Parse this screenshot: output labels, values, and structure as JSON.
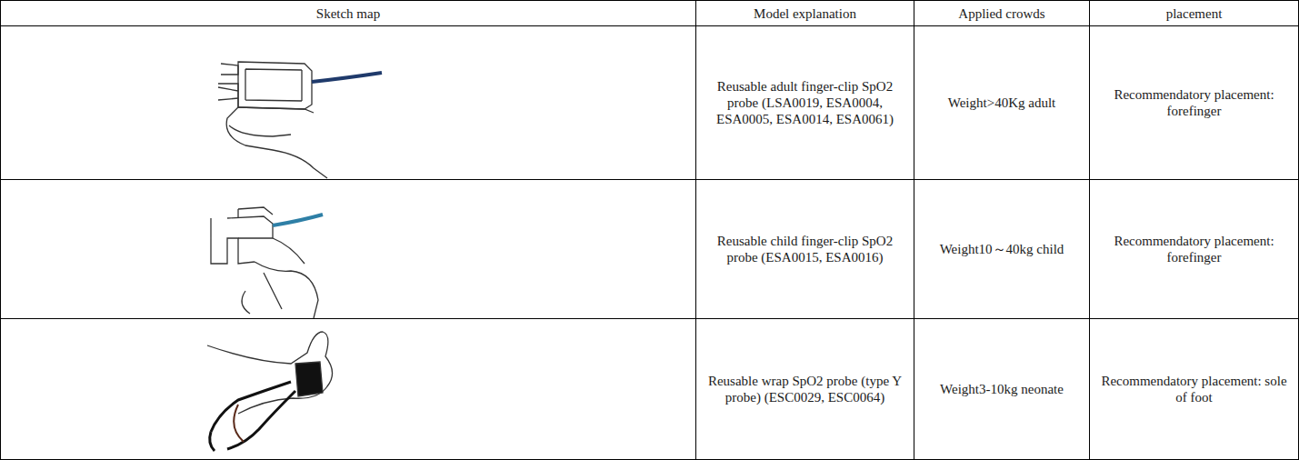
{
  "diagram": {
    "labels": [
      "Sketch map",
      "Model explanation",
      "Applied crowds",
      "placement",
      "Reusable adult finger-clip SpO2 probe (LSA0019, ESA0004, ESA0005, ESA0014, ESA0061)",
      "Weight>40Kg adult",
      "Recommendatory placement: forefinger",
      "Reusable child finger-clip SpO2 probe (ESA0015, ESA0016)",
      "Weight10～40kg child",
      "Recommendatory placement: forefinger",
      "Reusable wrap SpO2 probe (type Y probe) (ESC0029, ESC0064)",
      "Weight3-10kg neonate",
      "Recommendatory placement: sole of foot"
    ]
  }
}
